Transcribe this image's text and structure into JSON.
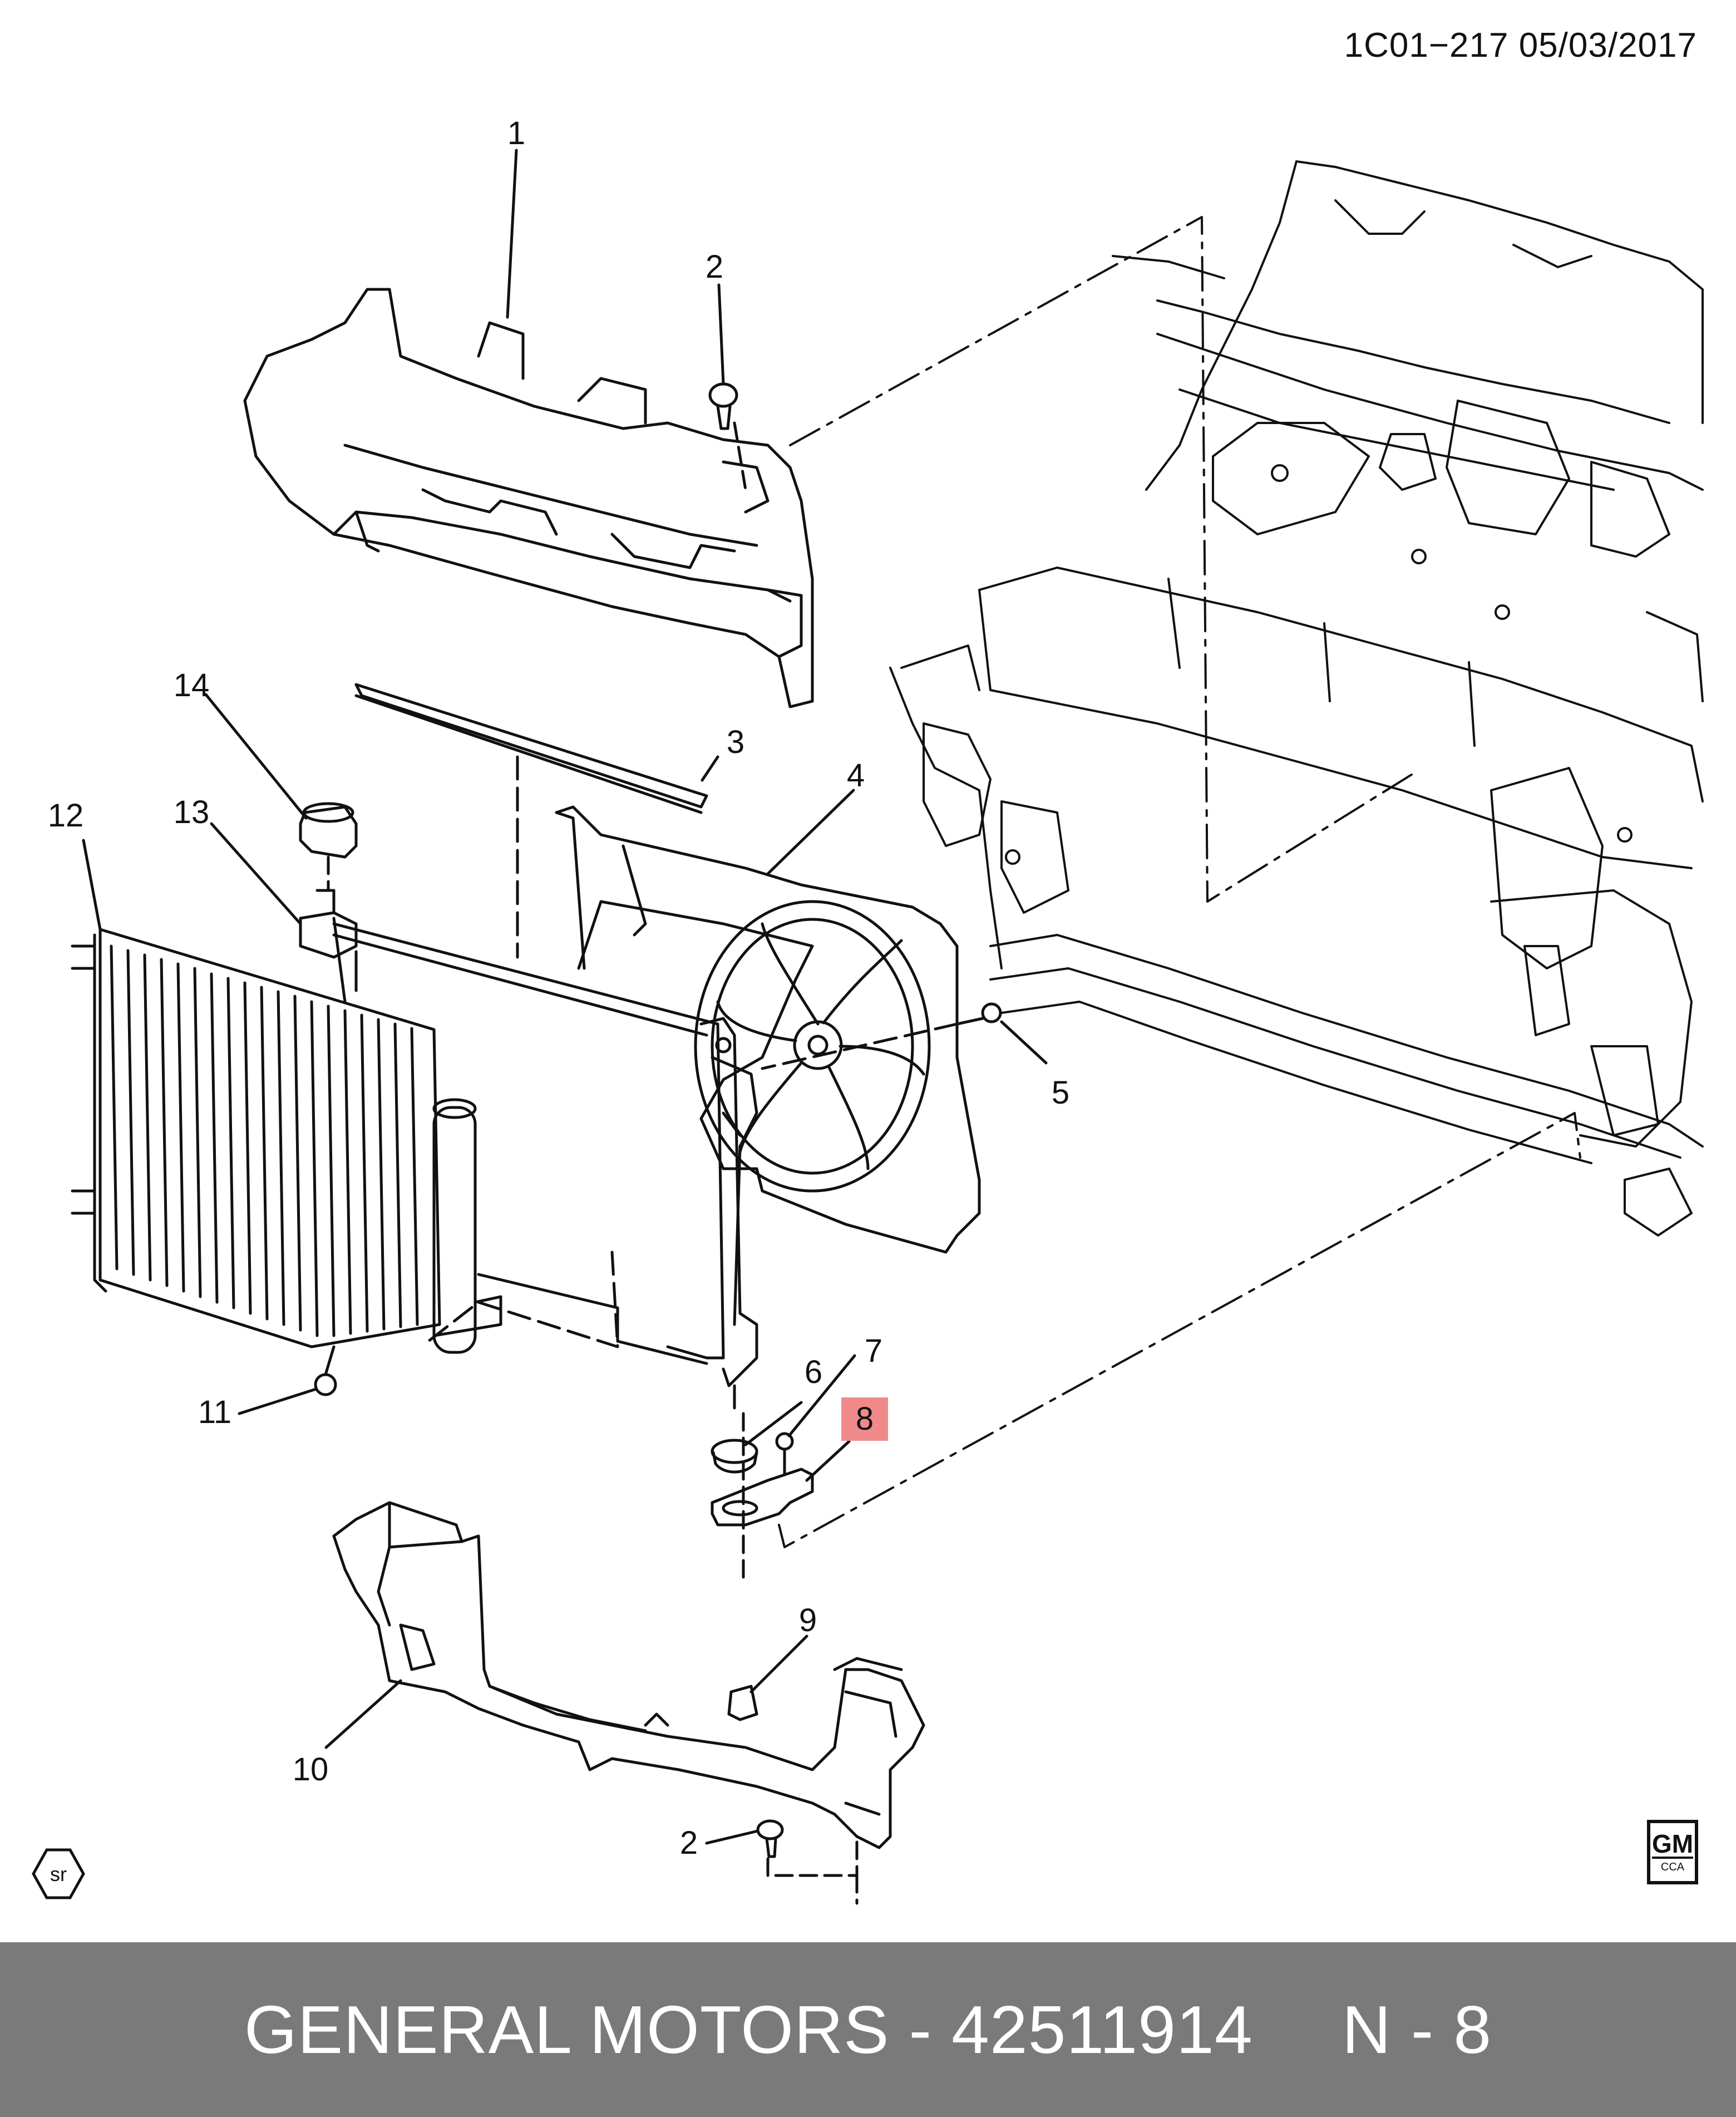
{
  "doc": {
    "id": "1C01−217  05/03/2017"
  },
  "callouts": [
    {
      "id": "c1",
      "label": "1"
    },
    {
      "id": "c2a",
      "label": "2"
    },
    {
      "id": "c3",
      "label": "3"
    },
    {
      "id": "c4",
      "label": "4"
    },
    {
      "id": "c5",
      "label": "5"
    },
    {
      "id": "c6",
      "label": "6"
    },
    {
      "id": "c7",
      "label": "7"
    },
    {
      "id": "c8",
      "label": "8",
      "highlighted": true
    },
    {
      "id": "c9",
      "label": "9"
    },
    {
      "id": "c10",
      "label": "10"
    },
    {
      "id": "c11",
      "label": "11"
    },
    {
      "id": "c12",
      "label": "12"
    },
    {
      "id": "c13",
      "label": "13"
    },
    {
      "id": "c14",
      "label": "14"
    },
    {
      "id": "c2b",
      "label": "2"
    }
  ],
  "badges": {
    "sr": "sr",
    "gm": "GM",
    "cca": "CCA"
  },
  "footer": {
    "part_text": "GENERAL MOTORS - 42511914",
    "page_text": "N - 8"
  },
  "colors": {
    "highlight": "#f08a8a",
    "footer_bg": "#7a7a7a",
    "line": "#111111"
  }
}
